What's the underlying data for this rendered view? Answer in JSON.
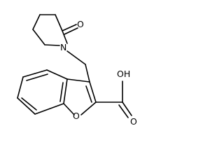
{
  "structure": {
    "atoms": {
      "ketone_o": "O",
      "ring_n": "N",
      "hydroxyl": "OH",
      "furan_o": "O",
      "carbonyl_o": "O"
    }
  },
  "colors": {
    "bond": "#000000",
    "text": "#000000",
    "background": "#ffffff"
  }
}
